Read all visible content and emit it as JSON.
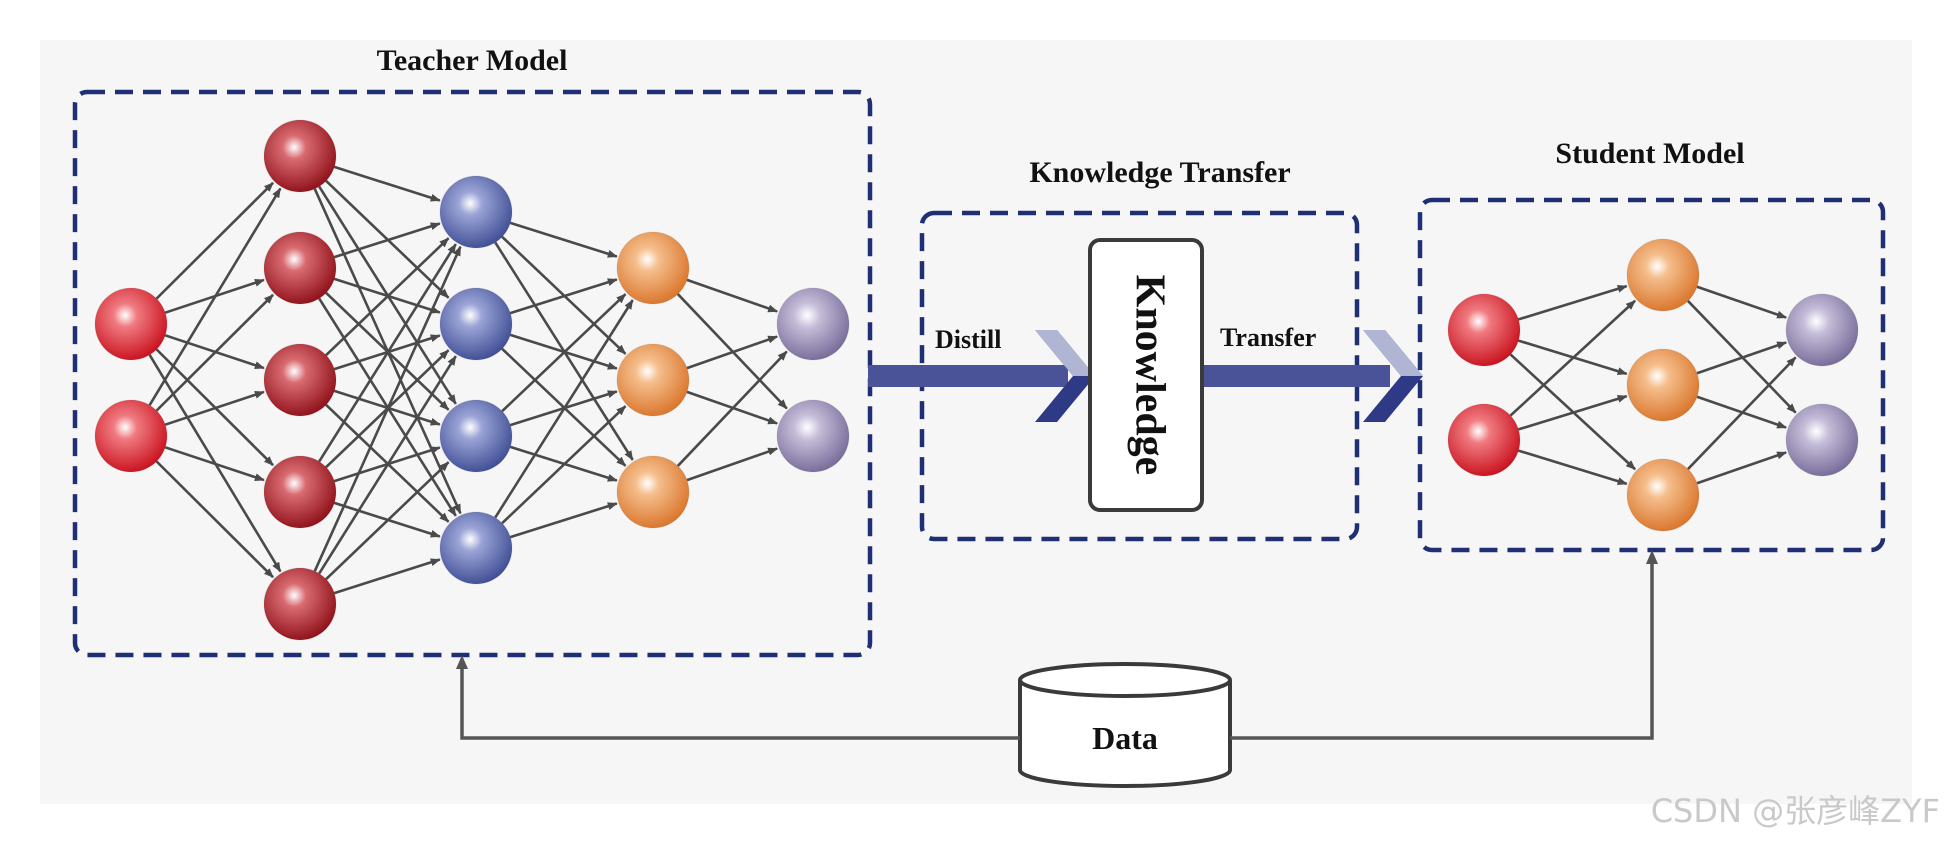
{
  "teacher": {
    "title": "Teacher Model",
    "layers": [
      {
        "count": 2,
        "color": "red"
      },
      {
        "count": 5,
        "color": "darkred"
      },
      {
        "count": 4,
        "color": "blue"
      },
      {
        "count": 3,
        "color": "orange"
      },
      {
        "count": 2,
        "color": "purple"
      }
    ]
  },
  "student": {
    "title": "Student Model",
    "layers": [
      {
        "count": 2,
        "color": "red"
      },
      {
        "count": 3,
        "color": "orange"
      },
      {
        "count": 2,
        "color": "purple"
      }
    ]
  },
  "transfer": {
    "title": "Knowledge Transfer",
    "distill_label": "Distill",
    "transfer_label": "Transfer",
    "knowledge_label": "Knowledge"
  },
  "data": {
    "label": "Data"
  },
  "watermark": "CSDN @张彦峰ZYF",
  "colors": {
    "box_border": "#1f2f73",
    "arrow_fill": "#4a5398",
    "edge": "#4a4a4a",
    "feedback": "#555555",
    "red": "#d9202b",
    "darkred": "#a9151f",
    "blue": "#5362a8",
    "orange": "#e58b3c",
    "purple": "#8e84ab"
  }
}
